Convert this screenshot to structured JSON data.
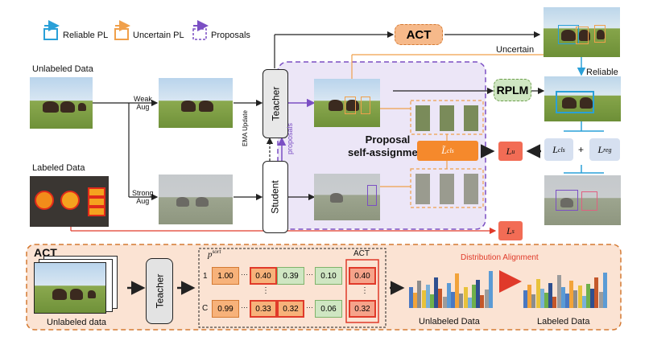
{
  "legend": {
    "reliable": "Reliable PL",
    "uncertain": "Uncertain PL",
    "proposals": "Proposals"
  },
  "labels": {
    "unlabeled_data": "Unlabeled Data",
    "labeled_data": "Labeled Data",
    "weak_aug_1": "Weak",
    "weak_aug_2": "Aug",
    "strong_aug_1": "Strong",
    "strong_aug_2": "Aug",
    "teacher": "Teacher",
    "student": "Student",
    "ema_update": "EMA Update",
    "proposals_vertical": "proposals",
    "act": "ACT",
    "rplm": "RPLM",
    "uncertain": "Uncertain",
    "reliable": "Reliable",
    "proposal_sa_1": "Proposal",
    "proposal_sa_2": "self-assignment",
    "l_cls_tilde": "L̃",
    "l_cls_tilde_sub": "cls",
    "l_u": "L",
    "l_u_sub": "u",
    "l_s": "L",
    "l_s_sub": "s",
    "l_cls": "L",
    "l_cls_sub": "cls",
    "plus": "+",
    "l_reg": "L",
    "l_reg_sub": "reg"
  },
  "bottom": {
    "act_title": "ACT",
    "unlabeled_data": "Unlabeled data",
    "teacher": "Teacher",
    "p_sort": "p",
    "p_sort_sup": "sort",
    "act_col": "ACT",
    "dist_align": "Distribution Alignment",
    "unlabeled_hist": "Unlabeled Data",
    "labeled_hist": "Labeled Data",
    "row1_idx": "1",
    "rowc_idx": "C",
    "dots_h": "···",
    "dots_v": "⋮",
    "row1": [
      "1.00",
      "0.40",
      "0.39",
      "0.10"
    ],
    "rowc": [
      "0.99",
      "0.33",
      "0.32",
      "0.06"
    ],
    "act1": "0.40",
    "actc": "0.32"
  },
  "colors": {
    "reliable": "#2aa0d8",
    "uncertain": "#f0a04b",
    "proposals": "#7b4fc4",
    "act_fill": "#f6b98a",
    "rplm_fill": "#cfe6c2",
    "loss_fill": "#f26c55",
    "bottom_fill": "#fbe3d3",
    "proposal_region": "#ece6f7",
    "red": "#e03a2a"
  },
  "hist_unlabeled": [
    0.55,
    0.4,
    0.7,
    0.45,
    0.6,
    0.35,
    0.8,
    0.5,
    0.3,
    0.65,
    0.42,
    0.9,
    0.38,
    0.55,
    0.28,
    0.6,
    0.72,
    0.33,
    0.48,
    0.95
  ],
  "hist_labeled": [
    0.45,
    0.6,
    0.35,
    0.75,
    0.5,
    0.4,
    0.65,
    0.3,
    0.85,
    0.55,
    0.38,
    0.7,
    0.46,
    0.58,
    0.32,
    0.62,
    0.5,
    0.8,
    0.42,
    0.92
  ],
  "hist_colors": [
    "#4a78c2",
    "#f2a33a",
    "#8c8c8c",
    "#e8c23a",
    "#7ab0d8",
    "#6fb04a",
    "#2f4f8f",
    "#c4572a",
    "#9c9c9c",
    "#5b9bd5"
  ]
}
